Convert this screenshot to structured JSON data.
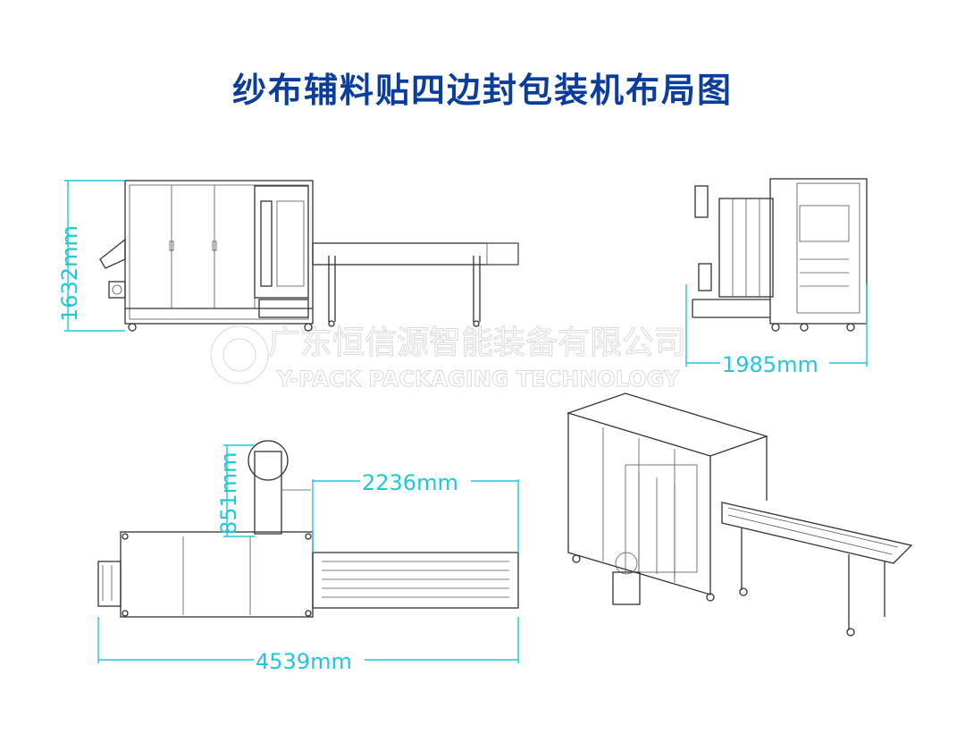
{
  "title": "纱布辅料贴四边封包装机布局图",
  "dimensions": {
    "height": "1632mm",
    "side_width": "1985mm",
    "top_depth": "851mm",
    "conveyor_length": "2236mm",
    "total_length": "4539mm"
  },
  "watermark": {
    "company_cn": "广东恒信源智能装备有限公司",
    "company_en": "Y-PACK PACKAGING TECHNOLOGY"
  },
  "colors": {
    "title": "#0a3d9c",
    "dimension": "#1ec8d8",
    "drawing": "#333333"
  }
}
